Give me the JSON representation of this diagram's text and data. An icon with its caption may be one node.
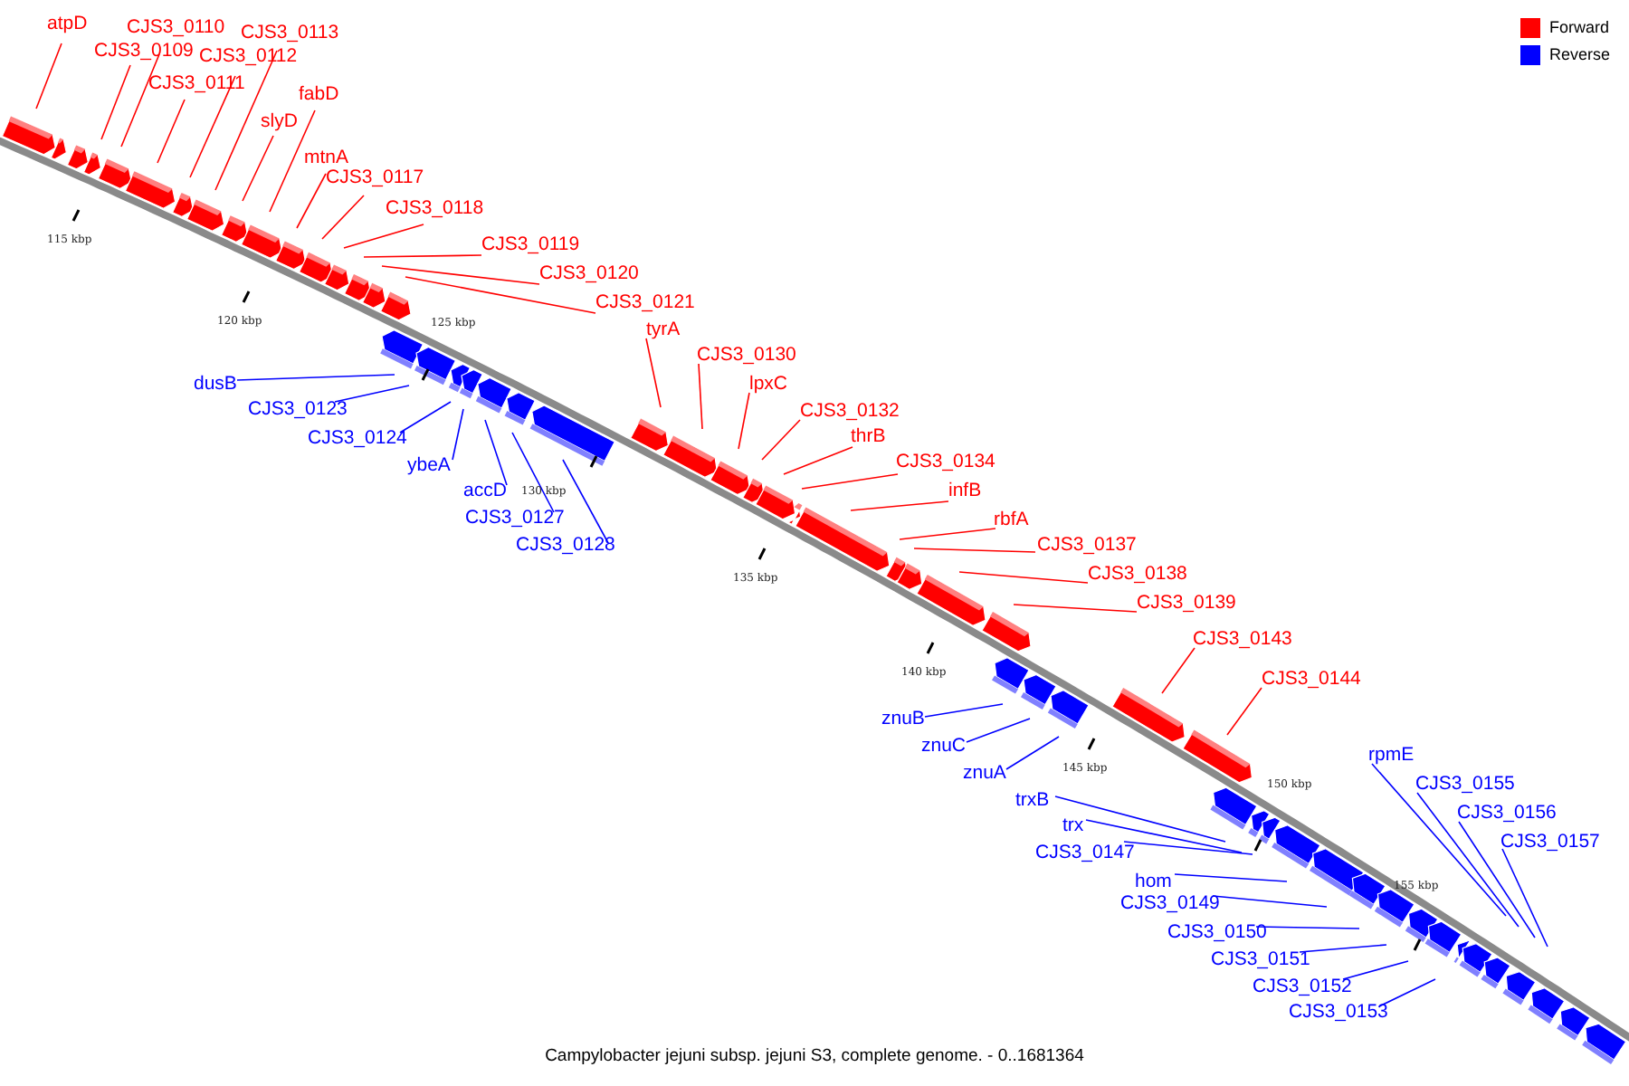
{
  "diagram": {
    "caption": "Campylobacter jejuni subsp. jejuni S3, complete genome. - 0..1681364",
    "nodes": [
      {
        "text": [
          "atpD"
        ]
      },
      {
        "text": [
          "CJS3_0109"
        ]
      },
      {
        "text": [
          "CJS3_0110"
        ]
      },
      {
        "text": [
          "CJS3_0111"
        ]
      },
      {
        "text": [
          "CJS3_0112"
        ]
      },
      {
        "text": [
          "CJS3_0113"
        ]
      },
      {
        "text": [
          "slyD"
        ]
      },
      {
        "text": [
          "fabD"
        ]
      },
      {
        "text": [
          "mtnA"
        ]
      },
      {
        "text": [
          "CJS3_0117"
        ]
      },
      {
        "text": [
          "CJS3_0118"
        ]
      },
      {
        "text": [
          "CJS3_0119"
        ]
      },
      {
        "text": [
          "CJS3_0120"
        ]
      },
      {
        "text": [
          "CJS3_0121"
        ]
      },
      {
        "text": [
          "dusB"
        ]
      },
      {
        "text": [
          "CJS3_0123"
        ]
      },
      {
        "text": [
          "CJS3_0124"
        ]
      },
      {
        "text": [
          "ybeA"
        ]
      },
      {
        "text": [
          "accD"
        ]
      },
      {
        "text": [
          "CJS3_0127"
        ]
      },
      {
        "text": [
          "CJS3_0128"
        ]
      },
      {
        "text": [
          "tyrA"
        ]
      },
      {
        "text": [
          "CJS3_0130"
        ]
      },
      {
        "text": [
          "lpxC"
        ]
      },
      {
        "text": [
          "CJS3_0132"
        ]
      },
      {
        "text": [
          "thrB"
        ]
      },
      {
        "text": [
          "CJS3_0134"
        ]
      },
      {
        "text": [
          "infB"
        ]
      },
      {
        "text": [
          "rbfA"
        ]
      },
      {
        "text": [
          "CJS3_0137"
        ]
      },
      {
        "text": [
          "CJS3_0138"
        ]
      },
      {
        "text": [
          "CJS3_0139"
        ]
      },
      {
        "text": [
          "CJS3_0143"
        ]
      },
      {
        "text": [
          "CJS3_0144"
        ]
      },
      {
        "text": [
          "znuB"
        ]
      },
      {
        "text": [
          "znuC"
        ]
      },
      {
        "text": [
          "znuA"
        ]
      },
      {
        "text": [
          "trxB"
        ]
      },
      {
        "text": [
          "trx"
        ]
      },
      {
        "text": [
          "CJS3_0147"
        ]
      },
      {
        "text": [
          "hom"
        ]
      },
      {
        "text": [
          "CJS3_0149"
        ]
      },
      {
        "text": [
          "CJS3_0150"
        ]
      },
      {
        "text": [
          "CJS3_0151"
        ]
      },
      {
        "text": [
          "CJS3_0152"
        ]
      },
      {
        "text": [
          "CJS3_0153"
        ]
      },
      {
        "text": [
          "rpmE"
        ]
      },
      {
        "text": [
          "CJS3_0155"
        ]
      },
      {
        "text": [
          "CJS3_0156"
        ]
      },
      {
        "text": [
          "CJS3_0157"
        ]
      }
    ],
    "edges": [
      {
        "from": 0,
        "to": null,
        "arrow": "none"
      },
      {
        "from": 1,
        "to": null,
        "arrow": "none"
      },
      {
        "from": 2,
        "to": null,
        "arrow": "none"
      },
      {
        "from": 3,
        "to": null,
        "arrow": "none"
      },
      {
        "from": 4,
        "to": null,
        "arrow": "none"
      },
      {
        "from": 5,
        "to": null,
        "arrow": "none"
      },
      {
        "from": 6,
        "to": null,
        "arrow": "none"
      },
      {
        "from": 7,
        "to": null,
        "arrow": "none"
      },
      {
        "from": 8,
        "to": null,
        "arrow": "none"
      },
      {
        "from": 9,
        "to": null,
        "arrow": "none"
      },
      {
        "from": 10,
        "to": null,
        "arrow": "none"
      },
      {
        "from": 11,
        "to": null,
        "arrow": "none"
      },
      {
        "from": 12,
        "to": null,
        "arrow": "none"
      },
      {
        "from": 13,
        "to": null,
        "arrow": "none"
      },
      {
        "from": 14,
        "to": null,
        "arrow": "none",
        "color": "#0000ff"
      },
      {
        "from": 15,
        "to": null,
        "arrow": "none",
        "color": "#0000ff"
      },
      {
        "from": 16,
        "to": null,
        "arrow": "none",
        "color": "#0000ff"
      },
      {
        "from": 17,
        "to": null,
        "arrow": "none",
        "color": "#0000ff"
      },
      {
        "from": 18,
        "to": null,
        "arrow": "none",
        "color": "#0000ff"
      },
      {
        "from": 19,
        "to": null,
        "arrow": "none",
        "color": "#0000ff"
      },
      {
        "from": 20,
        "to": null,
        "arrow": "none",
        "color": "#0000ff"
      },
      {
        "from": 21,
        "to": null,
        "arrow": "none"
      },
      {
        "from": 22,
        "to": null,
        "arrow": "none"
      },
      {
        "from": 23,
        "to": null,
        "arrow": "none"
      },
      {
        "from": 24,
        "to": null,
        "arrow": "none"
      },
      {
        "from": 25,
        "to": null,
        "arrow": "none"
      },
      {
        "from": 26,
        "to": null,
        "arrow": "none"
      },
      {
        "from": 27,
        "to": null,
        "arrow": "none"
      },
      {
        "from": 28,
        "to": null,
        "arrow": "none"
      },
      {
        "from": 29,
        "to": null,
        "arrow": "none"
      },
      {
        "from": 30,
        "to": null,
        "arrow": "none"
      },
      {
        "from": 31,
        "to": null,
        "arrow": "none"
      },
      {
        "from": 32,
        "to": null,
        "arrow": "none"
      },
      {
        "from": 33,
        "to": null,
        "arrow": "none"
      },
      {
        "from": 34,
        "to": null,
        "arrow": "none",
        "color": "#0000ff"
      },
      {
        "from": 35,
        "to": null,
        "arrow": "none",
        "color": "#0000ff"
      },
      {
        "from": 36,
        "to": null,
        "arrow": "none",
        "color": "#0000ff"
      },
      {
        "from": 37,
        "to": null,
        "arrow": "none",
        "color": "#0000ff"
      },
      {
        "from": 38,
        "to": null,
        "arrow": "none",
        "color": "#0000ff"
      },
      {
        "from": 39,
        "to": null,
        "arrow": "none",
        "color": "#0000ff"
      },
      {
        "from": 40,
        "to": null,
        "arrow": "none",
        "color": "#0000ff"
      },
      {
        "from": 41,
        "to": null,
        "arrow": "none",
        "color": "#0000ff"
      },
      {
        "from": 42,
        "to": null,
        "arrow": "none",
        "color": "#0000ff"
      },
      {
        "from": 43,
        "to": null,
        "arrow": "none",
        "color": "#0000ff"
      },
      {
        "from": 44,
        "to": null,
        "arrow": "none",
        "color": "#0000ff"
      },
      {
        "from": 45,
        "to": null,
        "arrow": "none",
        "color": "#0000ff"
      },
      {
        "from": 46,
        "to": null,
        "arrow": "none",
        "color": "#0000ff"
      },
      {
        "from": 47,
        "to": null,
        "arrow": "none",
        "color": "#0000ff"
      },
      {
        "from": 48,
        "to": null,
        "arrow": "none",
        "color": "#0000ff"
      },
      {
        "from": 49,
        "to": null,
        "arrow": "none",
        "color": "#0000ff"
      }
    ],
    "labels": [
      "115 kbp",
      "120 kbp",
      "125 kbp",
      "130 kbp",
      "135 kbp",
      "140 kbp",
      "145 kbp",
      "150 kbp",
      "155 kbp"
    ],
    "legend": [
      {
        "text": "Forward",
        "color": "#ff0000"
      },
      {
        "text": "Reverse",
        "color": "#0000ff"
      }
    ]
  }
}
